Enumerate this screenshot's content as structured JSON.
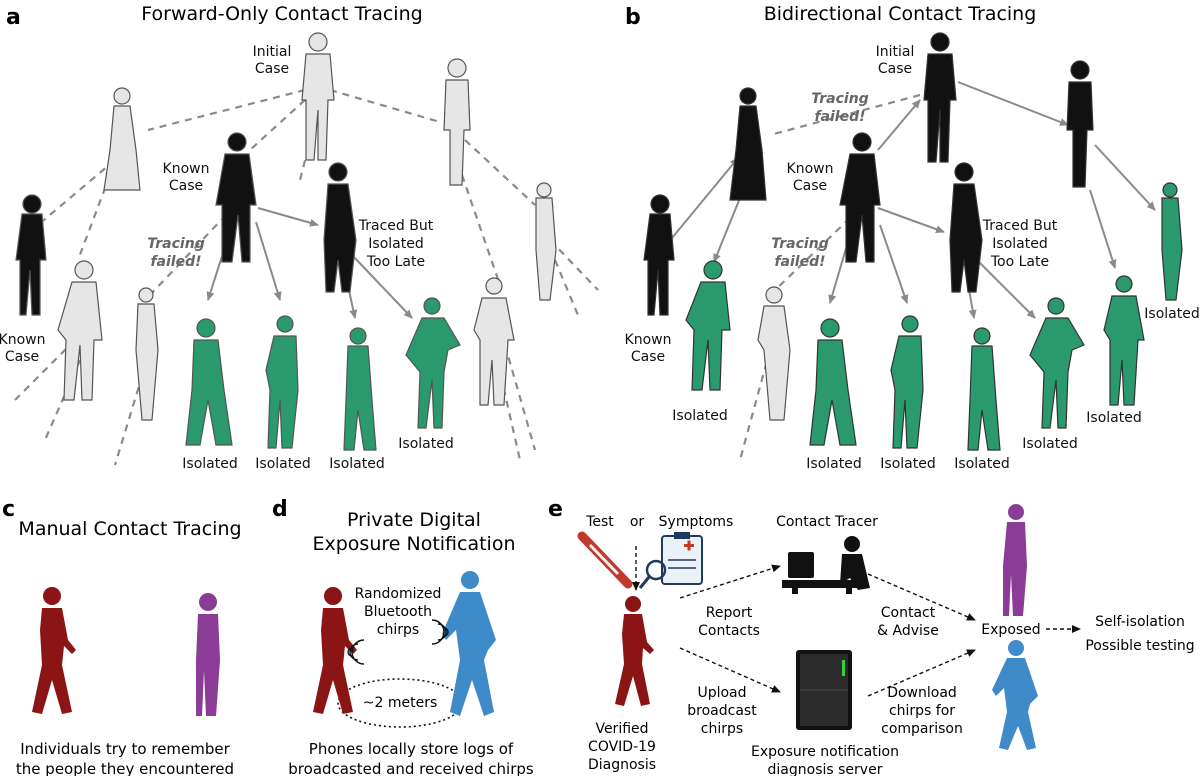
{
  "panels": {
    "a": {
      "letter": "a",
      "title": "Forward-Only Contact Tracing",
      "initial_case": [
        "Initial",
        "Case"
      ],
      "known_case_center": [
        "Known",
        "Case"
      ],
      "known_case_left": [
        "Known",
        "Case"
      ],
      "traced_late": [
        "Traced But",
        "Isolated",
        "Too Late"
      ],
      "tracing_failed": [
        "Tracing",
        "failed!"
      ],
      "isolated_labels": [
        "Isolated",
        "Isolated",
        "Isolated",
        "Isolated"
      ]
    },
    "b": {
      "letter": "b",
      "title": "Bidirectional Contact Tracing",
      "initial_case": [
        "Initial",
        "Case"
      ],
      "known_case_center": [
        "Known",
        "Case"
      ],
      "known_case_left": [
        "Known",
        "Case"
      ],
      "traced_late": [
        "Traced But",
        "Isolated",
        "Too Late"
      ],
      "tracing_failed_top": [
        "Tracing",
        "failed!"
      ],
      "tracing_failed_mid": [
        "Tracing",
        "failed!"
      ],
      "isolated_left": "Isolated",
      "isolated_labels": [
        "Isolated",
        "Isolated",
        "Isolated",
        "Isolated"
      ],
      "isolated_right_mid": "Isolated",
      "isolated_far_right": "Isolated"
    },
    "c": {
      "letter": "c",
      "title": "Manual Contact Tracing",
      "caption": [
        "Individuals try to remember",
        "the people they encountered"
      ]
    },
    "d": {
      "letter": "d",
      "title": [
        "Private Digital",
        "Exposure Notification"
      ],
      "chirps": [
        "Randomized",
        "Bluetooth",
        "chirps"
      ],
      "distance": "~2 meters",
      "caption": [
        "Phones locally store logs of",
        "broadcasted and received chirps"
      ]
    },
    "e": {
      "letter": "e",
      "test": "Test",
      "or": "or",
      "symptoms": "Symptoms",
      "contact_tracer": "Contact Tracer",
      "report_contacts": [
        "Report",
        "Contacts"
      ],
      "upload": [
        "Upload",
        "broadcast",
        "chirps"
      ],
      "verified": [
        "Verified",
        "COVID-19",
        "Diagnosis"
      ],
      "server": [
        "Exposure notification",
        "diagnosis server"
      ],
      "contact_advise": [
        "Contact",
        "& Advise"
      ],
      "download": [
        "Download",
        "chirps for",
        "comparison"
      ],
      "exposed": "Exposed",
      "outcome": [
        "Self-isolation",
        "Possible testing"
      ]
    }
  },
  "colors": {
    "black": "#111111",
    "gray": "#e6e6e6",
    "green": "#2a9a6e",
    "red": "#8b1414",
    "purple": "#8a3c96",
    "blue": "#3f8ac8",
    "arrow": "#8a8a8a"
  }
}
